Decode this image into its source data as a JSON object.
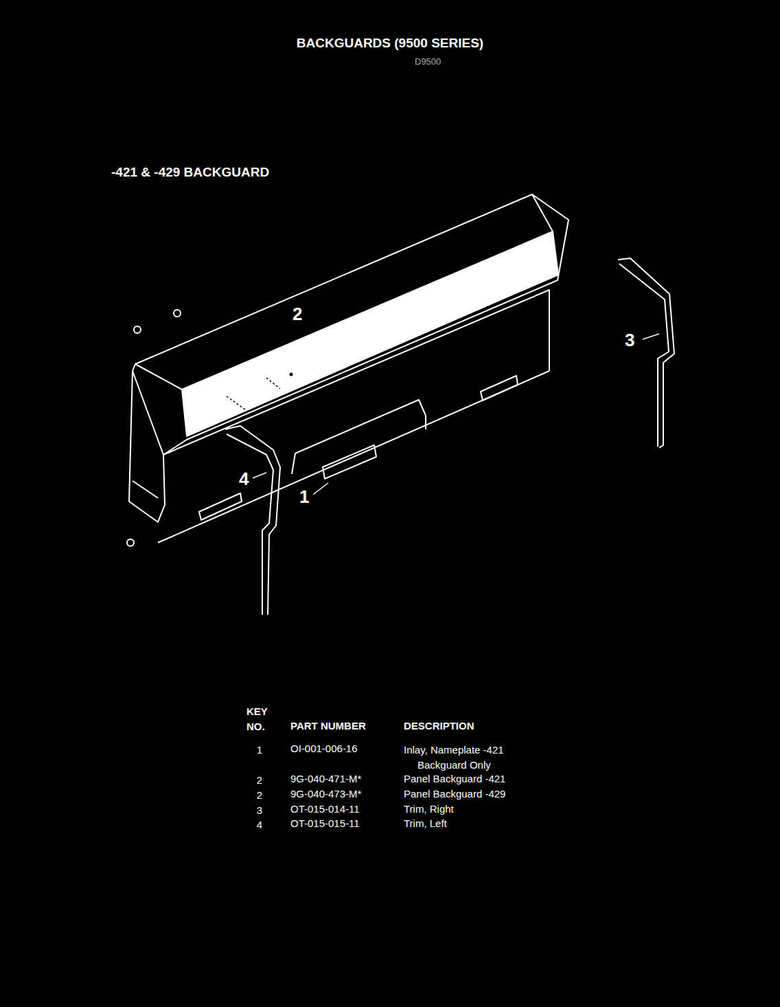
{
  "diagram": {
    "title": "BACKGUARDS (9500 SERIES)",
    "labels": [
      "D9500",
      "-421 & -429 BACKGUARD",
      "2",
      "3",
      "4",
      "1",
      "KEY NO.",
      "PART NUMBER",
      "DESCRIPTION",
      "1",
      "OI-001-006-16",
      "Inlay, Nameplate -421 Backguard Only",
      "2",
      "9G-040-471-M*",
      "Panel Backguard -421",
      "2",
      "9G-040-473-M*",
      "Panel Backguard -429",
      "3",
      "OT-015-014-11",
      "Trim, Right",
      "4",
      "OT-015-015-11",
      "Trim, Left"
    ]
  }
}
